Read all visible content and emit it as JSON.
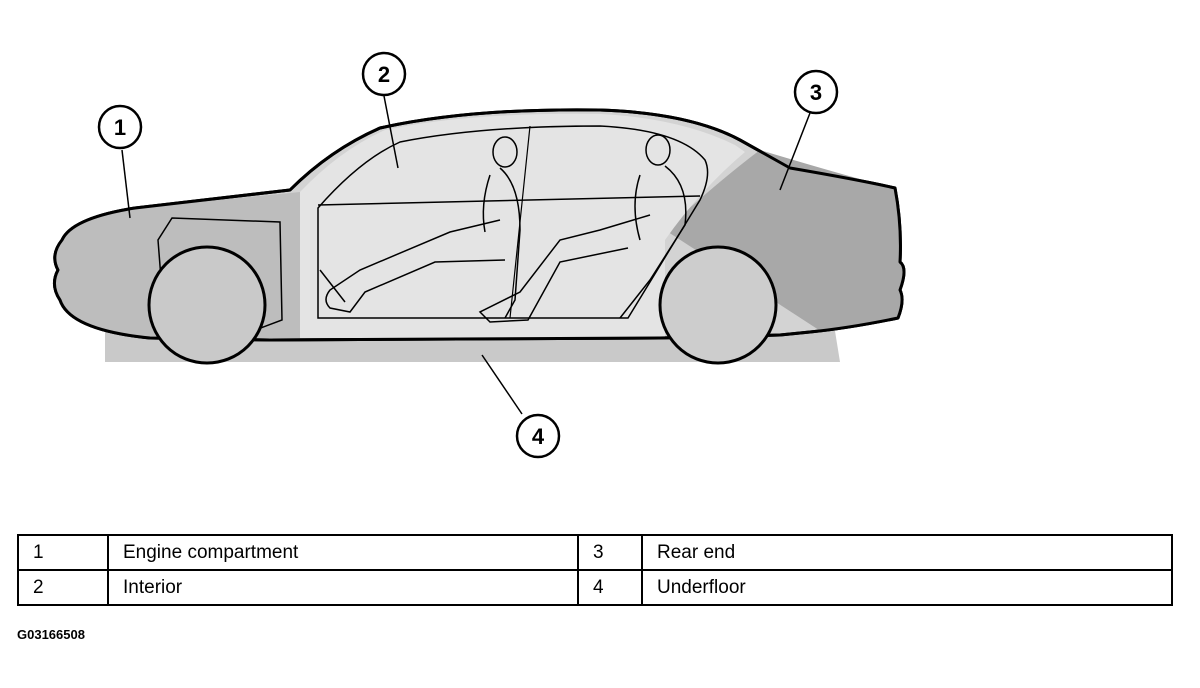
{
  "callouts": [
    "1",
    "2",
    "3",
    "4"
  ],
  "legend": {
    "rows": [
      [
        {
          "num": "1",
          "desc": "Engine compartment"
        },
        {
          "num": "3",
          "desc": "Rear end"
        }
      ],
      [
        {
          "num": "2",
          "desc": "Interior"
        },
        {
          "num": "4",
          "desc": "Underfloor"
        }
      ]
    ]
  },
  "figure_id": "G03166508",
  "colors": {
    "zone_fill": "#c7c7c7",
    "rear_zone": "#ababab",
    "interior_zone": "#e3e3e3",
    "outline": "#000000"
  }
}
